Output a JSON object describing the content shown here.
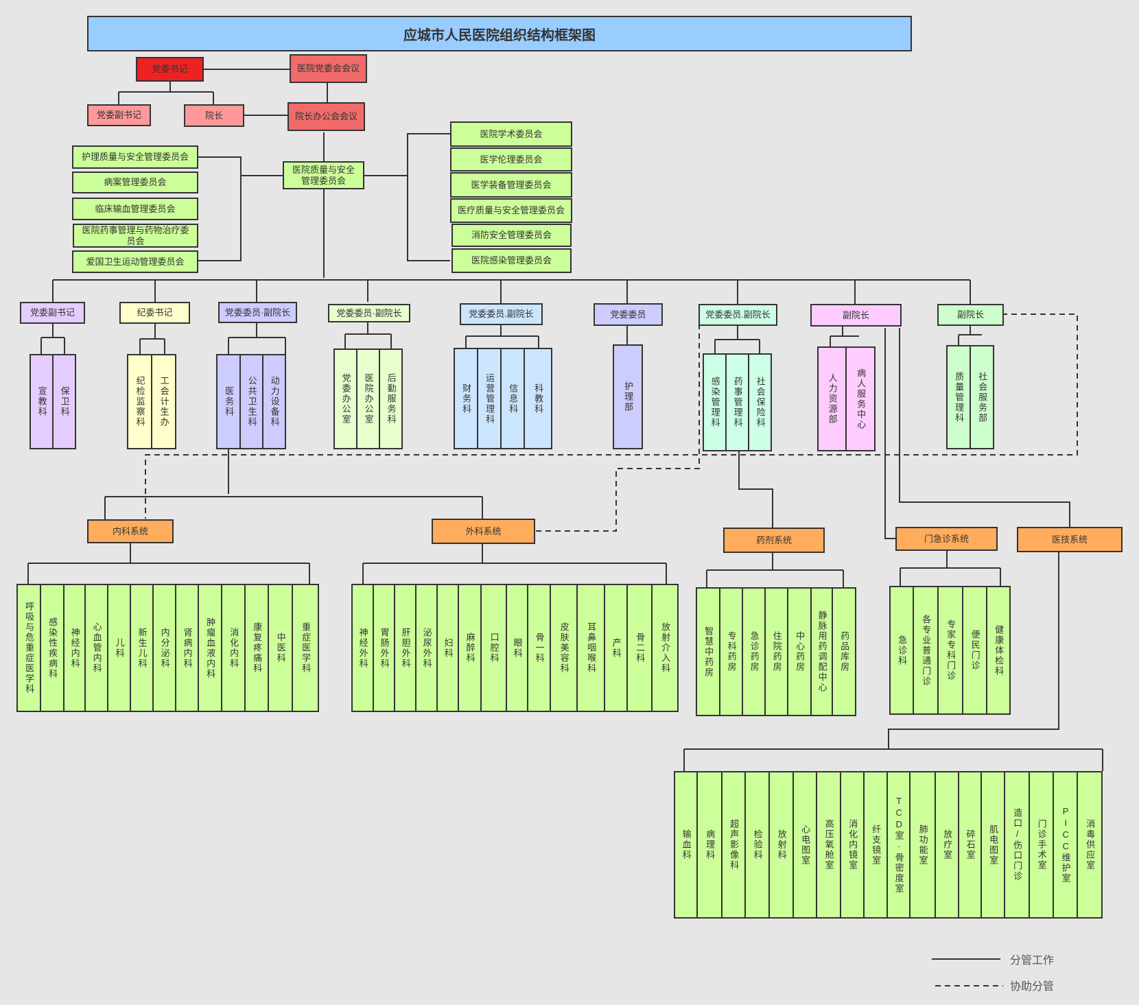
{
  "title": "应城市人民医院组织结构框架图",
  "top": {
    "party_secretary": "党委书记",
    "party_committee_meeting": "医院党委会会议",
    "deputy_party_secretary": "党委副书记",
    "president": "院长",
    "president_office_meeting": "院长办公会会议",
    "quality_committee": "医院质量与安全管理委员会"
  },
  "left_committees": [
    "护理质量与安全管理委员会",
    "病案管理委员会",
    "临床输血管理委员会",
    "医院药事管理与药物治疗委员会",
    "爱国卫生运动管理委员会"
  ],
  "right_committees": [
    "医院学术委员会",
    "医学伦理委员会",
    "医学装备管理委员会",
    "医疗质量与安全管理委员会",
    "消防安全管理委员会",
    "医院感染管理委员会"
  ],
  "leaders": [
    {
      "label": "党委副书记",
      "depts": [
        "宣教科",
        "保卫科"
      ],
      "color": "#e5ccff"
    },
    {
      "label": "纪委书记",
      "depts": [
        "纪检监察科",
        "工会计生办"
      ],
      "color": "#ffffcc"
    },
    {
      "label": "党委委员·副院长",
      "depts": [
        "医务科",
        "公共卫生科",
        "动力设备科"
      ],
      "color": "#ccccff"
    },
    {
      "label": "党委委员·副院长",
      "depts": [
        "党委办公室",
        "医院办公室",
        "后勤服务科"
      ],
      "color": "#e6ffcc"
    },
    {
      "label": "党委委员.副院长",
      "depts": [
        "财务科",
        "运营管理科",
        "信息科",
        "科教科"
      ],
      "color": "#cce5ff"
    },
    {
      "label": "党委委员",
      "depts": [
        "护理部"
      ],
      "color": "#ccccff"
    },
    {
      "label": "党委委员.副院长",
      "depts": [
        "感染管理科",
        "药事管理科",
        "社会保险科"
      ],
      "color": "#ccffe6"
    },
    {
      "label": "副院长",
      "depts": [
        "人力资源部",
        "病人服务中心"
      ],
      "color": "#ffccff"
    },
    {
      "label": "副院长",
      "depts": [
        "质量管理科",
        "社会服务部"
      ],
      "color": "#ccffcc"
    }
  ],
  "systems": {
    "internal": {
      "label": "内科系统",
      "depts": [
        "呼吸与危重症医学科",
        "感染性疾病科",
        "神经内科",
        "心血管内科",
        "儿科",
        "新生儿科",
        "内分泌科",
        "肾病内科",
        "肿瘤血液内科",
        "消化内科",
        "康复疼痛科",
        "中医科",
        "重症医学科"
      ]
    },
    "surgical": {
      "label": "外科系统",
      "depts": [
        "神经外科",
        "胃肠外科",
        "肝胆外科",
        "泌尿外科",
        "妇科",
        "麻醉科",
        "口腔科",
        "眼科",
        "骨一科",
        "皮肤美容科",
        "耳鼻咽喉科",
        "产科",
        "骨二科",
        "放射介入科"
      ]
    },
    "pharmacy": {
      "label": "药剂系统",
      "depts": [
        "智慧中药房",
        "专科药房",
        "急诊药房",
        "住院药房",
        "中心药房",
        "静脉用药调配中心",
        "药品库房"
      ]
    },
    "outpatient": {
      "label": "门急诊系统",
      "depts": [
        "急诊科",
        "各专业普通门诊",
        "专家专科门诊",
        "便民门诊",
        "健康体检科"
      ]
    },
    "medtech": {
      "label": "医技系统",
      "depts": [
        "输血科",
        "病理科",
        "超声影像科",
        "检验科",
        "放射科",
        "心电图室",
        "高压氧舱室",
        "消化内镜室",
        "纤支镜室",
        "TCD室·骨密度室",
        "肺功能室",
        "放疗室",
        "碎石室",
        "肌电图室",
        "造口/伤口门诊",
        "门诊手术室",
        "PICC维护室",
        "消毒供应室"
      ]
    }
  },
  "legend": {
    "solid": "分管工作",
    "dashed": "协助分管"
  },
  "colors": {
    "title_bg": "#99ccff",
    "party_secretary": "#ee2222",
    "top_red": "#f26b6b",
    "top_pink": "#ff9999",
    "committee_green": "#ccff99",
    "system_orange": "#ffad5c",
    "dept_green": "#ccff99"
  }
}
